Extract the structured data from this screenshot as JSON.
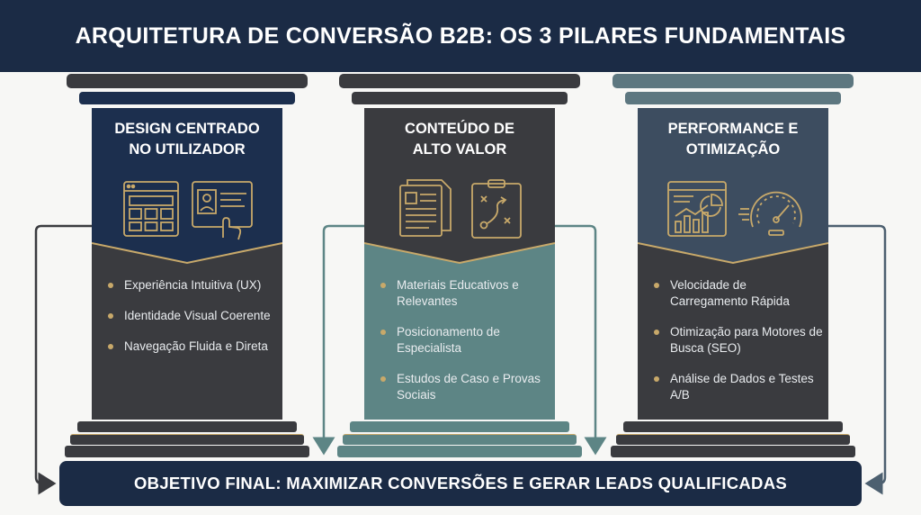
{
  "header": {
    "title": "ARQUITETURA DE CONVERSÃO B2B: OS 3 PILARES FUNDAMENTAIS"
  },
  "pillars": [
    {
      "title": "DESIGN CENTRADO\nNO UTILIZADOR",
      "icons": [
        "website-layout-icon",
        "profile-touch-icon"
      ],
      "items": [
        "Experiência Intuitiva (UX)",
        "Identidade Visual Coerente",
        "Navegação Fluida e Direta"
      ],
      "colors": {
        "cap": "#3a3b3f",
        "upper": "#1c2f4e",
        "lower": "#3a3b3f",
        "base": "#3a3b3f"
      }
    },
    {
      "title": "CONTEÚDO DE\nALTO VALOR",
      "icons": [
        "document-icon",
        "strategy-board-icon"
      ],
      "items": [
        "Materiais Educativos e Relevantes",
        "Posicionamento de Especialista",
        "Estudos de Caso e Provas Sociais"
      ],
      "colors": {
        "cap": "#3a3b3f",
        "upper": "#3a3b3f",
        "lower": "#5d8585",
        "base": "#5d8585"
      }
    },
    {
      "title": "PERFORMANCE E\nOTIMIZAÇÃO",
      "icons": [
        "analytics-dashboard-icon",
        "speedometer-icon"
      ],
      "items": [
        "Velocidade de Carregamento Rápida",
        "Otimização para Motores de Busca (SEO)",
        "Análise de Dados e Testes A/B"
      ],
      "colors": {
        "cap": "#5d7780",
        "upper": "#3d4d60",
        "lower": "#3a3b3f",
        "base": "#3a3b3f"
      }
    }
  ],
  "footer": {
    "text": "OBJETIVO FINAL: MAXIMIZAR CONVERSÕES E GERAR LEADS QUALIFICADAS"
  },
  "accent_color": "#c8a96a"
}
